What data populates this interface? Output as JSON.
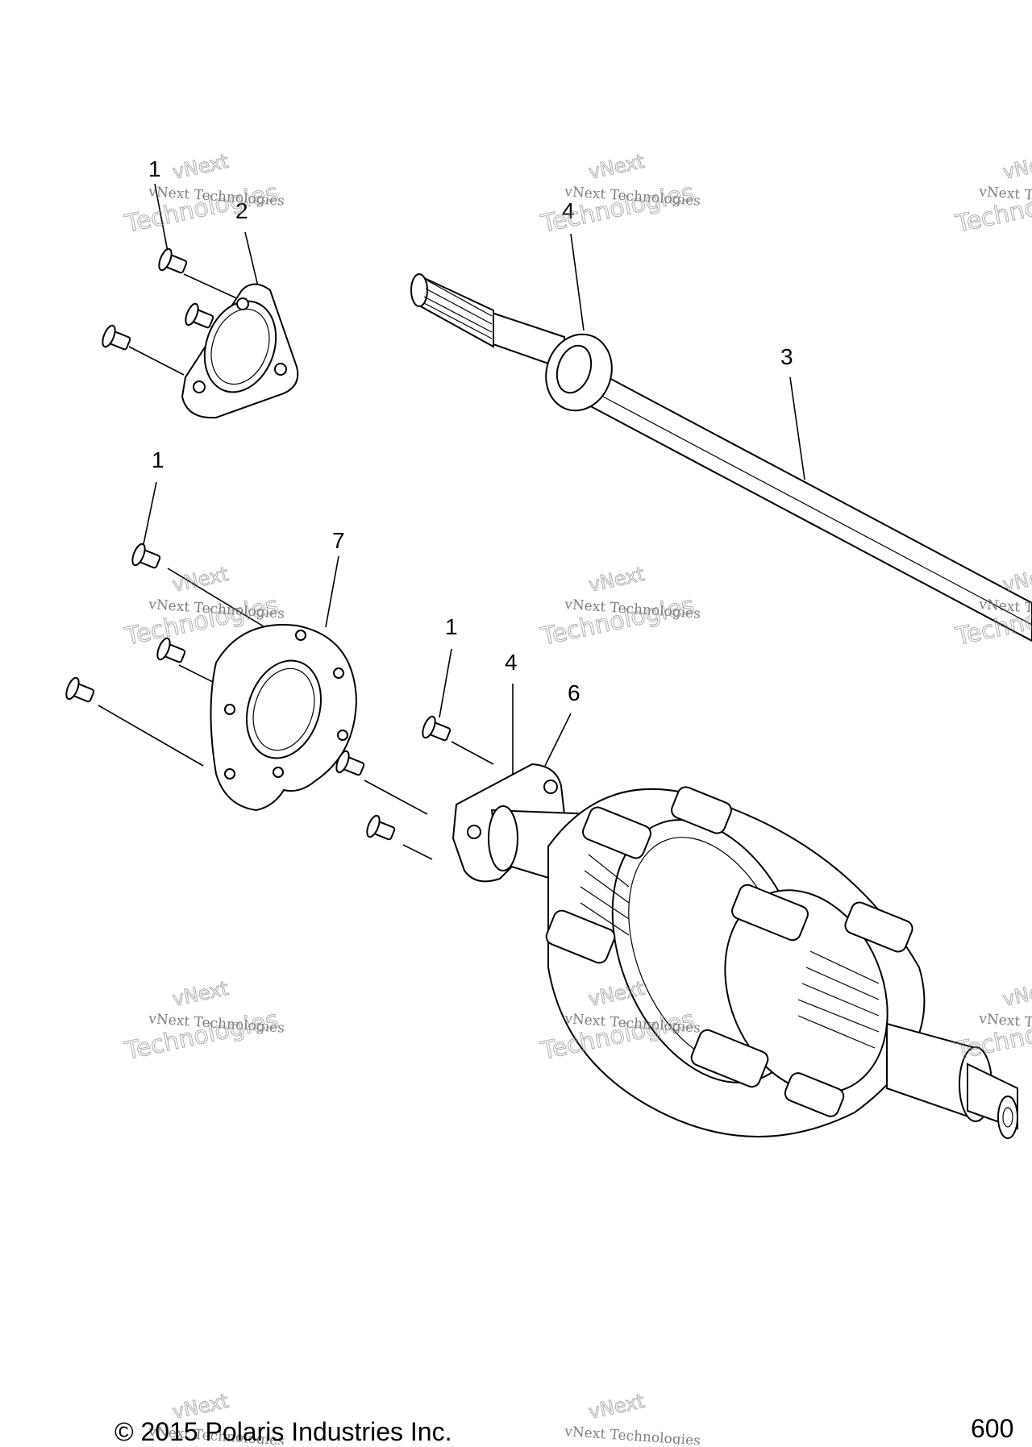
{
  "callouts": {
    "c1a": "1",
    "c2": "2",
    "c4a": "4",
    "c3": "3",
    "c1b": "1",
    "c7": "7",
    "c1c": "1",
    "c4b": "4",
    "c6": "6"
  },
  "watermark": {
    "line1": "vNext Technologies",
    "line2": "Technologies",
    "line0": "vNext"
  },
  "footer": {
    "copyright": "© 2015 Polaris Industries Inc.",
    "code": "600"
  }
}
